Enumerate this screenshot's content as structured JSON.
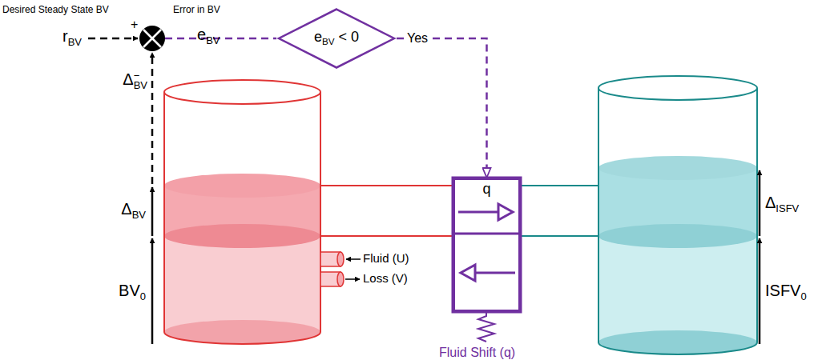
{
  "diagram": {
    "nodes": [
      {
        "text": [
          "eBV < 0"
        ]
      },
      {
        "text": [
          "q"
        ]
      }
    ],
    "edges": [
      {
        "from": 0,
        "to": 1,
        "arrow": "to",
        "label": "Yes"
      }
    ],
    "labels": [
      "Desired Steady State BV",
      "Error in BV",
      "rBV",
      "+",
      "eBV",
      "Δ−BV",
      "ΔBV",
      "BV0",
      "Fluid (U)",
      "Loss (V)",
      "Fluid Shift (q)",
      "ΔISFV",
      "ISFV0"
    ]
  }
}
